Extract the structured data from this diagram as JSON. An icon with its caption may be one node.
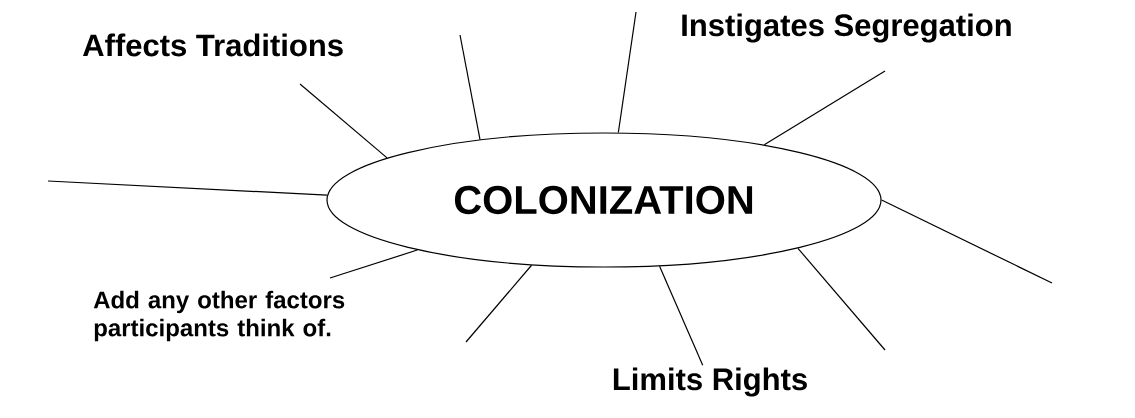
{
  "diagram": {
    "nodes": [
      {
        "text": [
          "COLONIZATION"
        ]
      },
      {
        "text": [
          "Limits Rights"
        ]
      }
    ],
    "edges": [
      {
        "from": 0,
        "to": null,
        "arrow": "none"
      },
      {
        "from": 0,
        "to": null,
        "arrow": "none"
      },
      {
        "from": 0,
        "to": null,
        "arrow": "none"
      },
      {
        "from": 0,
        "to": null,
        "arrow": "none"
      },
      {
        "from": 0,
        "to": null,
        "arrow": "none"
      },
      {
        "from": 0,
        "to": null,
        "arrow": "none"
      },
      {
        "from": 0,
        "to": null,
        "arrow": "none"
      },
      {
        "from": 0,
        "to": 1,
        "arrow": "none"
      },
      {
        "from": 0,
        "to": null,
        "arrow": "none"
      },
      {
        "from": 0,
        "to": null,
        "arrow": "none"
      }
    ],
    "labels": [
      "Affects Traditions",
      "Instigates Segregation",
      "Add any other factors participants think of."
    ]
  }
}
